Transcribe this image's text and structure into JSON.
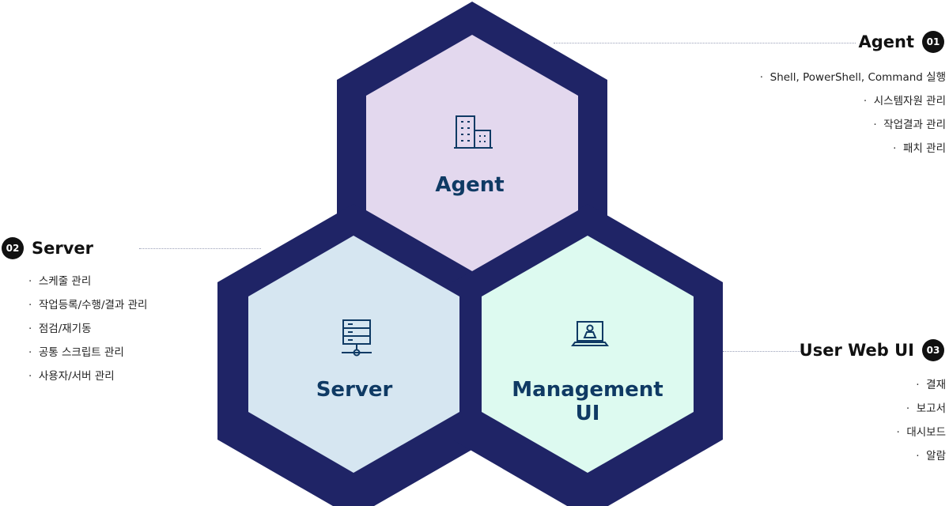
{
  "colors": {
    "frame": "#1f2466",
    "agent_fill": "#e3d8ee",
    "server_fill": "#d6e6f1",
    "ui_fill": "#ddfaf0",
    "label_text": "#0f3a64"
  },
  "hexagons": {
    "agent": {
      "label": "Agent",
      "icon": "building-icon"
    },
    "server": {
      "label": "Server",
      "icon": "server-rack-icon"
    },
    "ui": {
      "label_line1": "Management",
      "label_line2": "UI",
      "icon": "laptop-user-icon"
    }
  },
  "callouts": {
    "agent": {
      "number": "01",
      "title": "Agent",
      "items": [
        "Shell, PowerShell, Command 실행",
        "시스템자원 관리",
        "작업결과 관리",
        "패치 관리"
      ]
    },
    "server": {
      "number": "02",
      "title": "Server",
      "items": [
        "스케줄 관리",
        "작업등록/수행/결과 관리",
        "점검/재기동",
        "공통 스크립트 관리",
        "사용자/서버 관리"
      ]
    },
    "ui": {
      "number": "03",
      "title": "User Web UI",
      "items": [
        "결재",
        "보고서",
        "대시보드",
        "알람"
      ]
    }
  }
}
